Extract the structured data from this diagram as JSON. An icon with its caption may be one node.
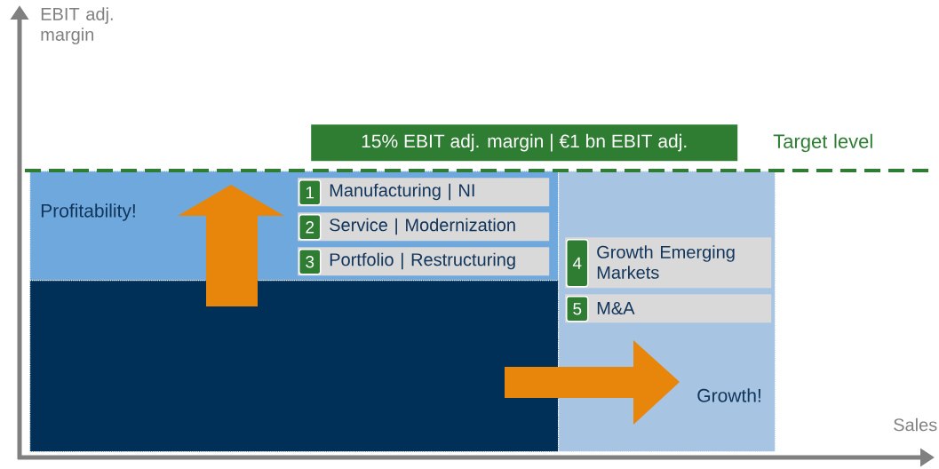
{
  "diagram": {
    "nodes": [
      {
        "text": [
          "15% EBIT adj. margin | €1 bn EBIT adj."
        ]
      },
      {
        "text": [
          "Profitability!"
        ]
      },
      {
        "text": [
          "1",
          "Manufacturing | NI"
        ],
        "in": 1
      },
      {
        "text": [
          "2",
          "Service | Modernization"
        ],
        "in": 1
      },
      {
        "text": [
          "3",
          "Portfolio | Restructuring"
        ],
        "in": 1
      },
      {
        "text": [],
        "shape": "box"
      },
      {
        "text": [
          "Growth!"
        ]
      },
      {
        "text": [
          "4",
          "Growth Emerging Markets"
        ],
        "in": 6
      },
      {
        "text": [
          "5",
          "M&A"
        ],
        "in": 6
      }
    ],
    "labels": [
      "EBIT adj. margin",
      "Target level",
      "Sales"
    ]
  }
}
